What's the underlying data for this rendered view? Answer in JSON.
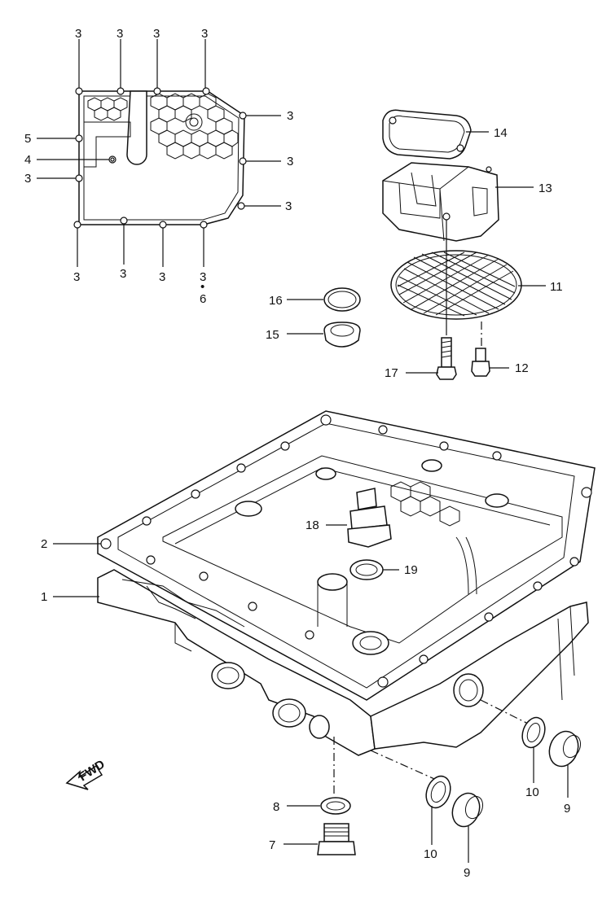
{
  "callouts": {
    "c1": "1",
    "c2": "2",
    "c3": "3",
    "c4": "4",
    "c5": "5",
    "c6": "6",
    "c7": "7",
    "c8": "8",
    "c9": "9",
    "c10": "10",
    "c11": "11",
    "c12": "12",
    "c13": "13",
    "c14": "14",
    "c15": "15",
    "c16": "16",
    "c17": "17",
    "c18": "18",
    "c19": "19",
    "dot": "•"
  },
  "fwd_arrow": {
    "label": "FWD"
  }
}
